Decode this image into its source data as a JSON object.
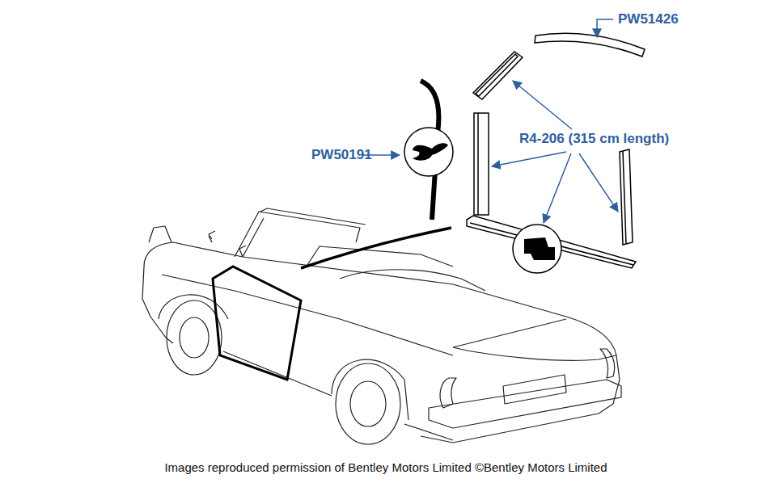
{
  "diagram": {
    "caption": "Images reproduced permission of Bentley Motors Limited ©Bentley Motors Limited",
    "labels": [
      "PW51426",
      "R4-206 (315 cm length)",
      "PW50191"
    ]
  }
}
